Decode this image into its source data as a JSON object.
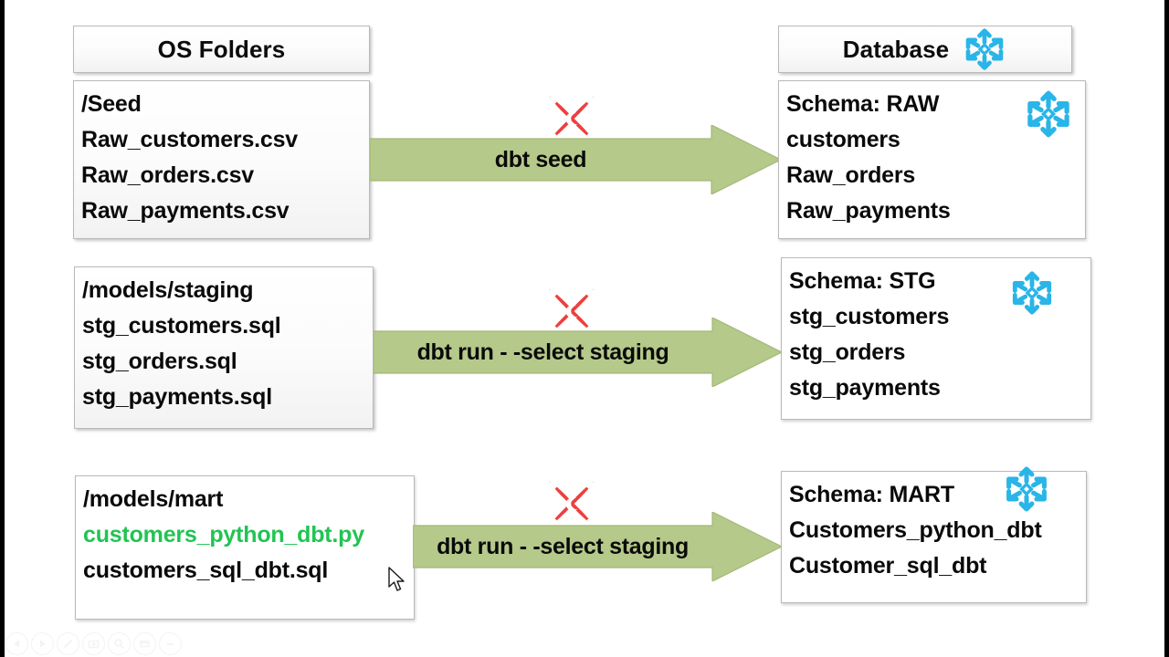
{
  "diagram": {
    "title_left": "OS Folders",
    "title_right": "Database",
    "accent_green": "#b5c98a",
    "accent_red": "#ee3f3f",
    "accent_snowflake": "#29b5e8",
    "python_green": "#21c453",
    "columns": [
      {
        "name": "os-folders",
        "header": "OS Folders"
      },
      {
        "name": "database",
        "header": "Database"
      }
    ],
    "rows": [
      {
        "id": "seed",
        "left_title": "/Seed",
        "left_items": [
          "Raw_customers.csv",
          "Raw_orders.csv",
          "Raw_payments.csv"
        ],
        "arrow_label": "dbt seed",
        "right_title": "Schema: RAW",
        "right_items": [
          "customers",
          "Raw_orders",
          "Raw_payments"
        ]
      },
      {
        "id": "staging",
        "left_title": "/models/staging",
        "left_items": [
          "stg_customers.sql",
          "stg_orders.sql",
          "stg_payments.sql"
        ],
        "arrow_label": "dbt run - -select staging",
        "right_title": "Schema: STG",
        "right_items": [
          "stg_customers",
          "stg_orders",
          "stg_payments"
        ]
      },
      {
        "id": "mart",
        "left_title": "/models/mart",
        "left_items": [
          "customers_python_dbt.py",
          "customers_sql_dbt.sql"
        ],
        "left_item_colors": [
          "green",
          "black"
        ],
        "arrow_label": "dbt run - -select staging",
        "right_title": "Schema: MART",
        "right_items": [
          "Customers_python_dbt",
          "Customer_sql_dbt"
        ]
      }
    ],
    "icons": {
      "dbt": "dbt-logo-icon",
      "snowflake": "snowflake-icon"
    }
  },
  "toolbar": {
    "buttons": [
      {
        "name": "previous-slide-button",
        "icon": "triangle-left-icon"
      },
      {
        "name": "next-slide-button",
        "icon": "triangle-right-icon"
      },
      {
        "name": "pen-tool-button",
        "icon": "pen-icon"
      },
      {
        "name": "camera-button",
        "icon": "camera-icon"
      },
      {
        "name": "zoom-button",
        "icon": "magnifier-icon"
      },
      {
        "name": "menu-button",
        "icon": "rectangle-icon"
      },
      {
        "name": "minimize-button",
        "icon": "minus-icon"
      }
    ]
  }
}
